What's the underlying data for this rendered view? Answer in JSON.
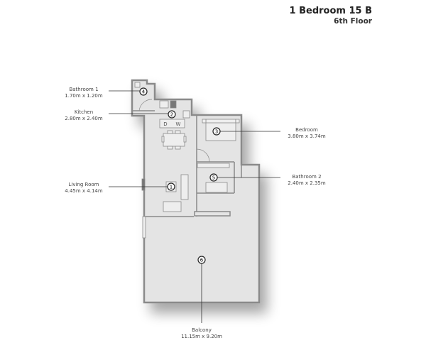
{
  "header": {
    "title": "1 Bedroom 15 B",
    "floor": "6th Floor"
  },
  "rooms": [
    {
      "number": "1",
      "name": "Living Room",
      "size": "4.45m x 4.14m"
    },
    {
      "number": "2",
      "name": "Kitchen",
      "size": "2.80m x 2.40m"
    },
    {
      "number": "3",
      "name": "Bedroom",
      "size": "3.80m x 3.74m"
    },
    {
      "number": "4",
      "name": "Bathroom 1",
      "size": "1.70m x 1.20m"
    },
    {
      "number": "5",
      "name": "Bathroom 2",
      "size": "2.40m x 2.35m"
    },
    {
      "number": "6",
      "name": "Balcony",
      "size": "11.15m x 9.20m"
    }
  ],
  "appliances": {
    "dishwasher": "D",
    "washer": "W"
  },
  "colors": {
    "floor": "#e4e4e4",
    "wall": "#8a8a8a",
    "text": "#444444"
  }
}
